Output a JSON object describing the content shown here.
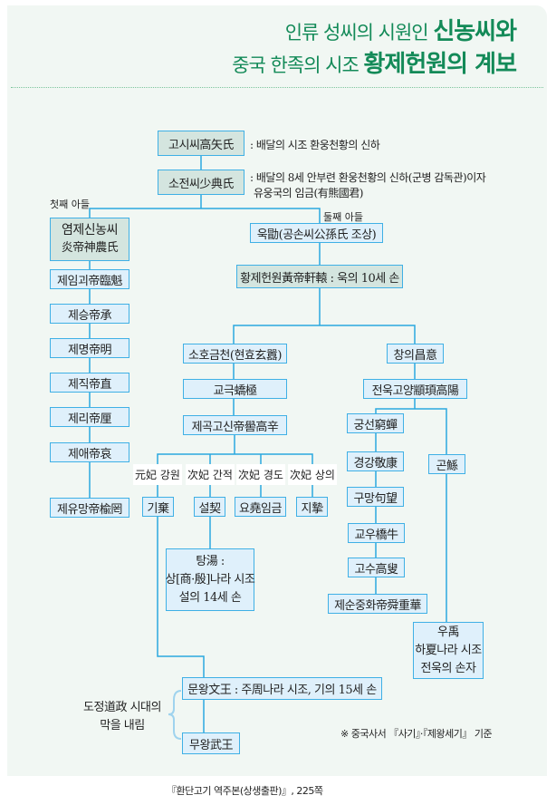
{
  "title": {
    "line1_plain": "인류 성씨의 시원인 ",
    "line1_bold": "신농씨와",
    "line2_plain": "중국 한족의 시조 ",
    "line2_bold": "황제헌원의 계보"
  },
  "nodes": {
    "goshi": "고시씨高矢氏",
    "goshi_note": ": 배달의 시조 환웅천황의 신하",
    "sojeon": "소전씨少典氏",
    "sojeon_note1": ": 배달의 8세 안부련 환웅천황의 신하(군병 감독관)이자",
    "sojeon_note2": "유웅국의 임금(有熊國君)",
    "first_son": "첫째 아들",
    "second_son": "둘째 아들",
    "yeomje1": "염제신농씨",
    "yeomje2": "炎帝神農氏",
    "left_line": [
      "제임괴帝臨魁",
      "제승帝承",
      "제명帝明",
      "제직帝直",
      "제리帝厘",
      "제애帝哀",
      "제유망帝楡罔"
    ],
    "uk": "욱勖(공손씨公孫氏 조상)",
    "hwangje": "황제헌원黃帝軒轅 : 욱의 10세 손",
    "soho": "소호금천(현효玄囂)",
    "gyogeuk": "교극蟜極",
    "jegok": "제곡고신帝嚳高辛",
    "wives": [
      "元妃 강원",
      "次妃 간적",
      "次妃 경도",
      "次妃 상의"
    ],
    "sons": [
      "기棄",
      "설契",
      "요堯임금",
      "지摯"
    ],
    "tang": [
      "탕湯 :",
      "상[商·殷]나라 시조",
      "설의 14세 손"
    ],
    "changui": "창의昌意",
    "jeonuk": "전욱고양顓頊高陽",
    "right_line": [
      "궁선窮蟬",
      "경강敬康",
      "구망句望",
      "교우橋牛",
      "고수高叟",
      "제순중화帝舜重華"
    ],
    "gon": "곤鯀",
    "u": [
      "우禹",
      "하夏나라 시조",
      "전욱의 손자"
    ],
    "munwang": "문왕文王 : 주周나라 시조, 기의 15세 손",
    "muwang": "무왕武王",
    "dojeong": [
      "도정道政 시대의",
      "막을 내림"
    ]
  },
  "footnote": "※ 중국사서 『사기』·『제왕세기』 기준",
  "source": "『환단고기 역주본(상생출판)』, 225쪽",
  "colors": {
    "title": "#138a58",
    "line": "#2aa8e0",
    "box": "#dff0fb",
    "box_dark": "#d4e5df"
  }
}
